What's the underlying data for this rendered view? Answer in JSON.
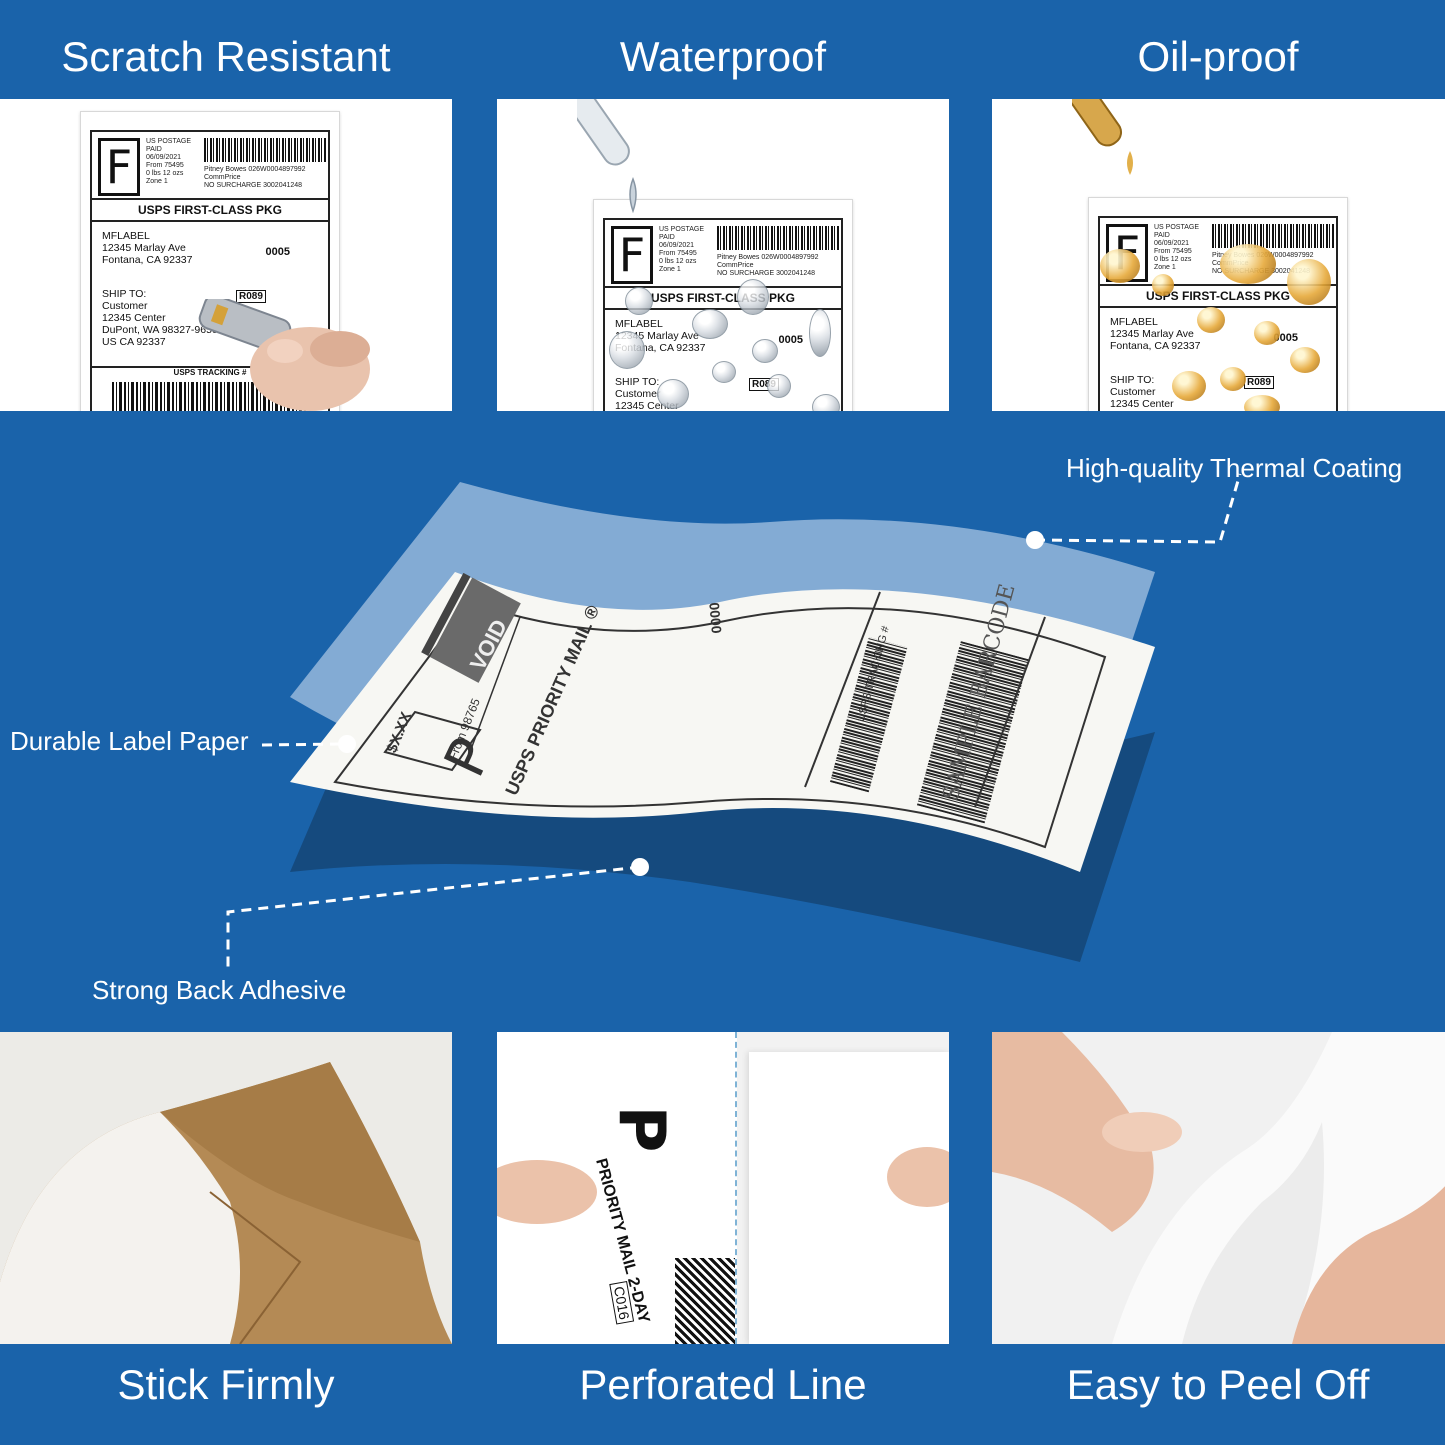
{
  "colors": {
    "background": "#1a63aa",
    "text": "#ffffff",
    "adhesive": "#154a7e",
    "coating": "#8fb3d8"
  },
  "top_features": [
    {
      "title": "Scratch Resistant",
      "icon": "hand-scratching-icon"
    },
    {
      "title": "Waterproof",
      "icon": "water-dropper-icon"
    },
    {
      "title": "Oil-proof",
      "icon": "oil-dropper-icon"
    }
  ],
  "sample_label": {
    "letter": "F",
    "postage_lines": [
      "US POSTAGE",
      "PAID",
      "06/09/2021",
      "From 75495",
      "0 lbs 12 ozs",
      "Zone 1"
    ],
    "meta_lines": [
      "Pitney Bowes   026W0004897992",
      "CommPrice",
      "NO SURCHARGE   3002041248"
    ],
    "service": "USPS FIRST-CLASS PKG",
    "from_lines": [
      "MFLABEL",
      "12345 Marlay Ave",
      "Fontana, CA 92337"
    ],
    "code": "0005",
    "ship_lines": [
      "SHIP TO:",
      "Customer",
      "12345 Center",
      "DuPont, WA 98327-9650",
      "US CA 92337"
    ],
    "route": "R089",
    "tracking_label": "USPS TRACKING #"
  },
  "layers": {
    "coating": "High-quality Thermal Coating",
    "paper": "Durable Label Paper",
    "adhesive": "Strong Back Adhesive"
  },
  "center_label": {
    "letter": "P",
    "service": "USPS PRIORITY MAIL ®",
    "price": "$X.XX",
    "stamp": "VOID",
    "barcode_text": "SAMPLE BARCODE",
    "tracking": "USPS TRACKING #",
    "code": "0000",
    "from": "From 98765"
  },
  "bottom_features": [
    {
      "title": "Stick Firmly"
    },
    {
      "title": "Perforated Line"
    },
    {
      "title": "Easy to Peel Off"
    }
  ],
  "perforated_label": {
    "letter": "P",
    "service": "PRIORITY MAIL 2-DAY",
    "code": "C016"
  }
}
